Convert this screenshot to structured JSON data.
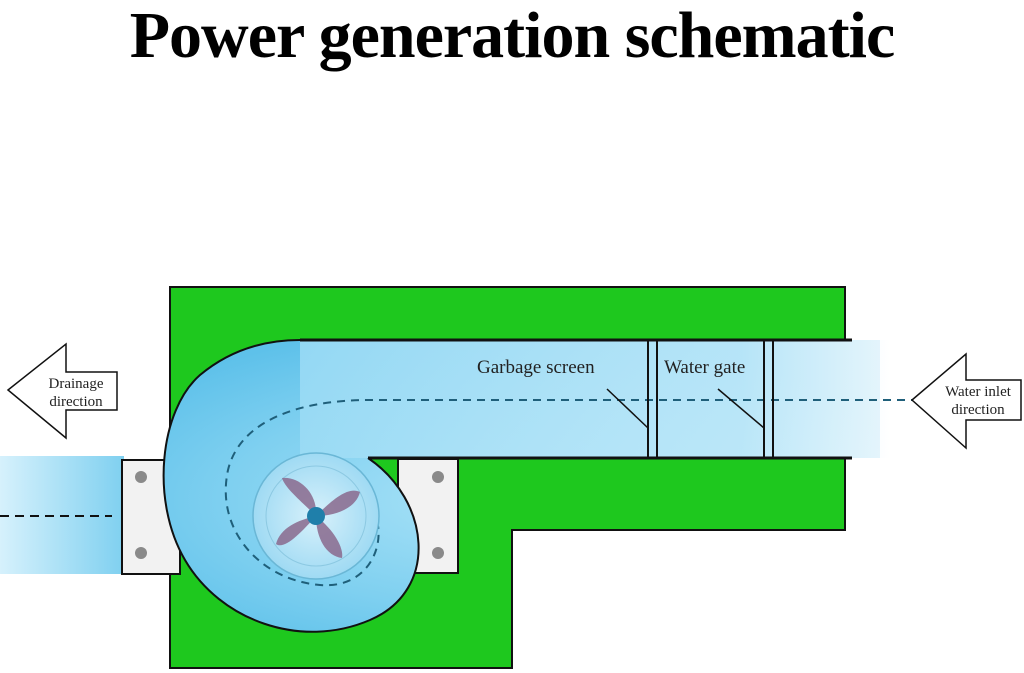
{
  "title": "Power generation schematic",
  "labels": {
    "garbage_screen": "Garbage screen",
    "water_gate": "Water gate",
    "drainage_line1": "Drainage",
    "drainage_line2": "direction",
    "inlet_line1": "Water inlet",
    "inlet_line2": "direction"
  },
  "colors": {
    "housing": "#1ec81e",
    "water_light": "#d8f1fb",
    "water": "#7fd0f0",
    "mount_plate": "#f2f2f2",
    "impeller": "#8a6a8e"
  }
}
